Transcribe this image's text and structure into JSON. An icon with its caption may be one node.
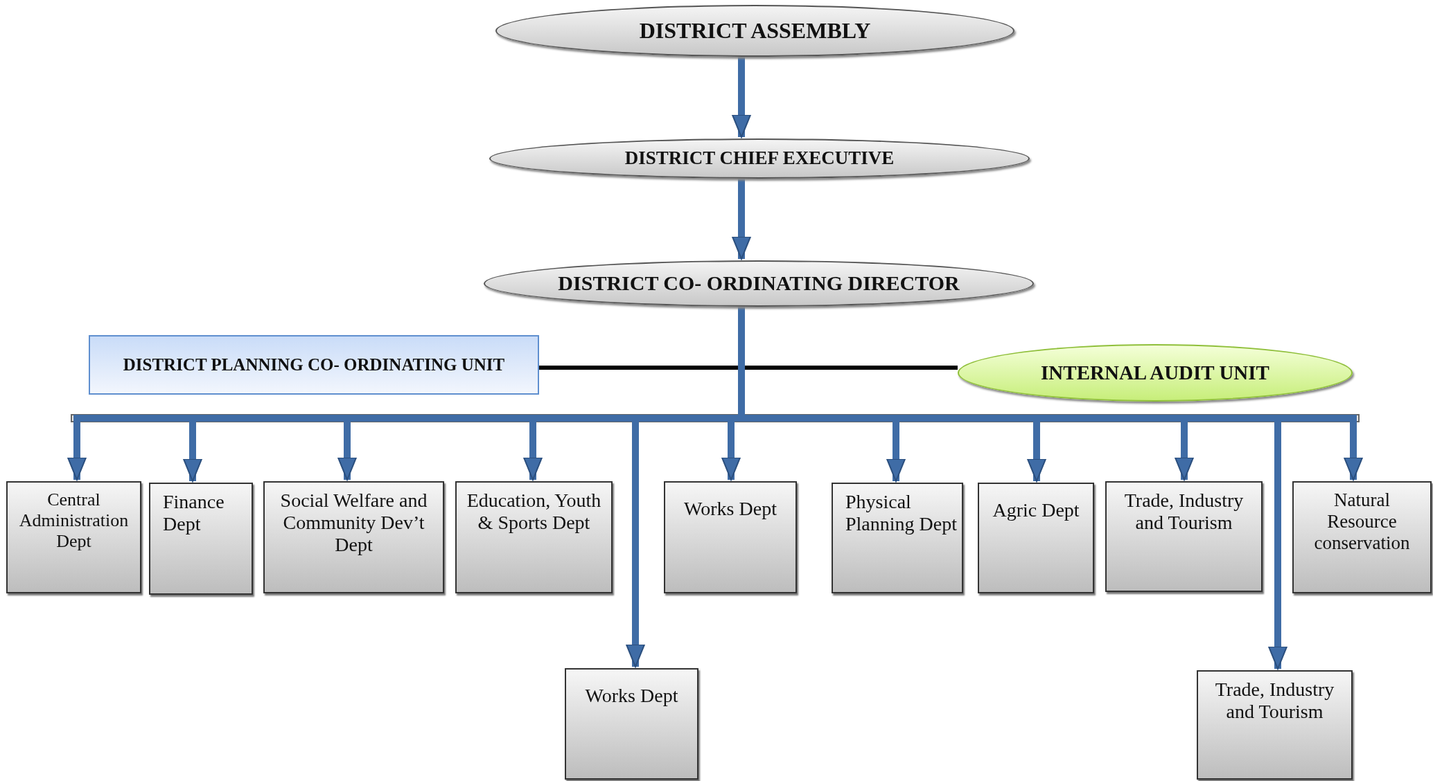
{
  "diagram": {
    "nodes": [
      {
        "text": [
          "DISTRICT ASSEMBLY"
        ]
      },
      {
        "text": [
          "DISTRICT CHIEF EXECUTIVE"
        ]
      },
      {
        "text": [
          "DISTRICT CO- ORDINATING DIRECTOR"
        ]
      },
      {
        "text": [
          "DISTRICT PLANNING CO- ORDINATING UNIT"
        ]
      },
      {
        "text": [
          "INTERNAL AUDIT UNIT"
        ]
      },
      {
        "text": [
          "Central Administration Dept"
        ]
      },
      {
        "text": [
          "Finance Dept"
        ]
      },
      {
        "text": [
          "Social Welfare and Community Dev’t Dept"
        ]
      },
      {
        "text": [
          "Education, Youth & Sports Dept"
        ]
      },
      {
        "text": [
          "Works Dept"
        ]
      },
      {
        "text": [
          "Physical Planning Dept"
        ]
      },
      {
        "text": [
          "Agric Dept"
        ]
      },
      {
        "text": [
          "Trade, Industry and Tourism"
        ]
      },
      {
        "text": [
          "Natural Resource conservation"
        ]
      },
      {
        "text": [
          "Works Dept"
        ]
      },
      {
        "text": [
          "Trade, Industry and Tourism"
        ]
      }
    ],
    "edges": [
      {
        "from": 0,
        "to": 1,
        "arrow": "to"
      },
      {
        "from": 1,
        "to": 2,
        "arrow": "to"
      },
      {
        "from": 3,
        "to": 4,
        "arrow": "none",
        "color": "#000000"
      },
      {
        "from": 2,
        "to": 5,
        "arrow": "to"
      },
      {
        "from": 2,
        "to": 6,
        "arrow": "to"
      },
      {
        "from": 2,
        "to": 7,
        "arrow": "to"
      },
      {
        "from": 2,
        "to": 8,
        "arrow": "to"
      },
      {
        "from": 2,
        "to": 9,
        "arrow": "to"
      },
      {
        "from": 2,
        "to": 10,
        "arrow": "to"
      },
      {
        "from": 2,
        "to": 11,
        "arrow": "to"
      },
      {
        "from": 2,
        "to": 12,
        "arrow": "to"
      },
      {
        "from": 2,
        "to": 13,
        "arrow": "to"
      },
      {
        "from": 2,
        "to": 14,
        "arrow": "to"
      },
      {
        "from": 2,
        "to": 15,
        "arrow": "to"
      }
    ]
  }
}
